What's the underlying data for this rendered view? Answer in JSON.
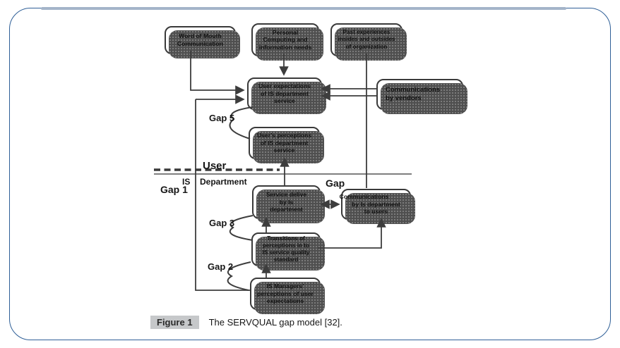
{
  "figure": {
    "caption_label": "Figure 1",
    "caption_text": "The SERVQUAL gap model [32]."
  },
  "nodes": {
    "word_of_mouth": "Word of Mouth\nCommunication",
    "personal_computing": "Personal\nComputing and\ninformation needs",
    "past_experiences": "Past experiences\ninsides and outsides\nof organization",
    "user_expectations": "User expectations\nof IS department\nservice",
    "comm_vendors": "Communications\nby vendors",
    "user_perceptions": "User’s perceptions\nof IS department\nservice",
    "service_delivery": "Service delive\nby Is\ndepartment",
    "comm_to_users_line1": "Communications",
    "comm_to_users_rest": "by Is department\nto users",
    "transitions": "Transitions of\nperceptions in to\nIS service quality\nstandard",
    "is_managers": "IS Managers’\nperceptions of user\nexpectations"
  },
  "labels": {
    "gap5": "Gap 5",
    "gap1": "Gap 1",
    "gap3": "Gap 3",
    "gap2": "Gap 2",
    "gap4": "Gap",
    "zone_user": "User",
    "zone_is": "IS",
    "zone_department": "Department"
  },
  "colors": {
    "frame_blue": "#2f5f97",
    "frame_accent": "#a4b4c9",
    "line": "#3d3d3d",
    "node_border": "#3a3a3a",
    "shadow": "#4f4f4f",
    "caption_bg": "#c6c8ca"
  }
}
